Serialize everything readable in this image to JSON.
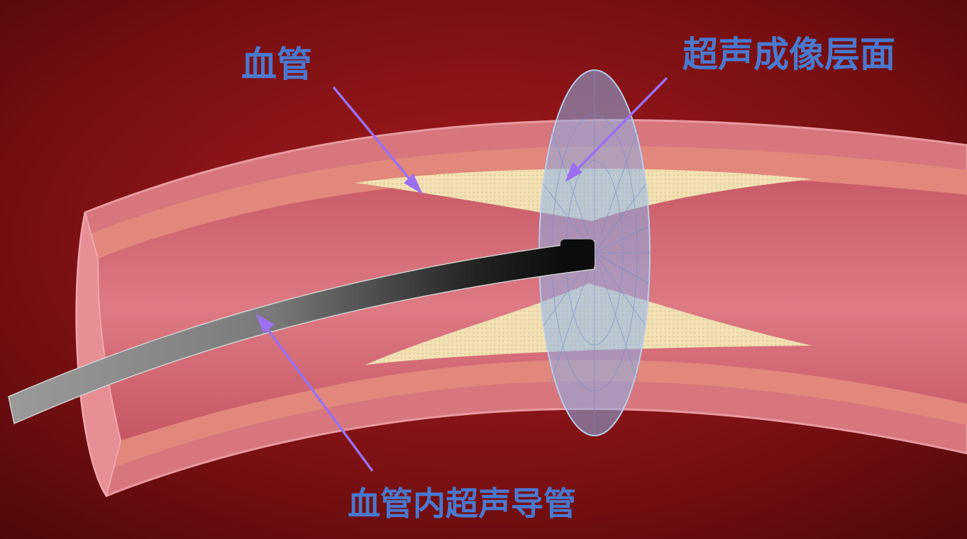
{
  "labels": {
    "vessel": "血管",
    "imaging_plane": "超声成像层面",
    "ivus_catheter": "血管内超声导管"
  },
  "colors": {
    "background_dark": "#5a0a0c",
    "background_light": "#a01a1c",
    "vessel_outer": "#d9777b",
    "vessel_wall": "#e08a7e",
    "lumen": "#d9707a",
    "plaque": "#f0dcae",
    "imaging_plane": "#8fb0e8",
    "catheter": "#1a1a1a",
    "arrow": "#9b6ff0",
    "label_text": "#4a78cf"
  }
}
